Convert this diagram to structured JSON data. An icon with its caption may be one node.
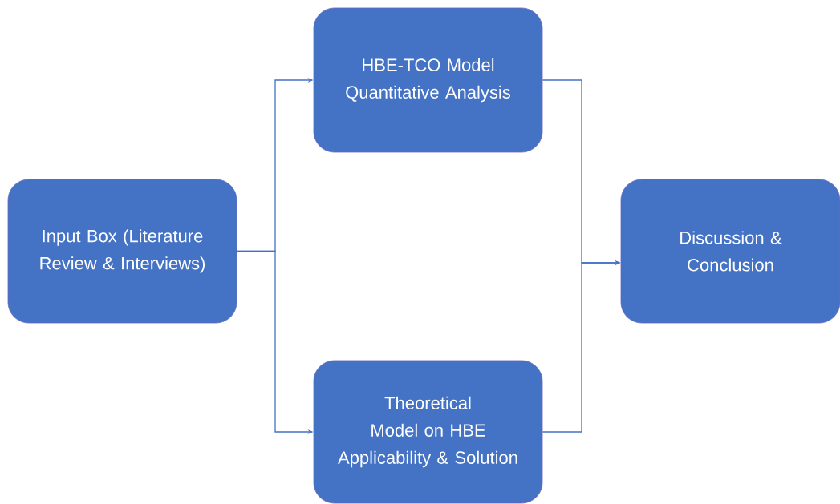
{
  "diagram": {
    "nodes": [
      {
        "text": [
          "Input Box (Literature Review & Interviews)"
        ]
      },
      {
        "text": [
          "HBE-TCO Model Quantitative Analysis"
        ]
      },
      {
        "text": [
          "Theoretical Model on HBE Applicability & Solution"
        ]
      },
      {
        "text": [
          "Discussion & Conclusion"
        ]
      }
    ],
    "edges": [
      {
        "from": 0,
        "to": 1,
        "arrow": "to"
      },
      {
        "from": 0,
        "to": 2,
        "arrow": "to"
      },
      {
        "from": 1,
        "to": 3,
        "arrow": "to"
      },
      {
        "from": 2,
        "to": 3,
        "arrow": "to"
      }
    ]
  }
}
